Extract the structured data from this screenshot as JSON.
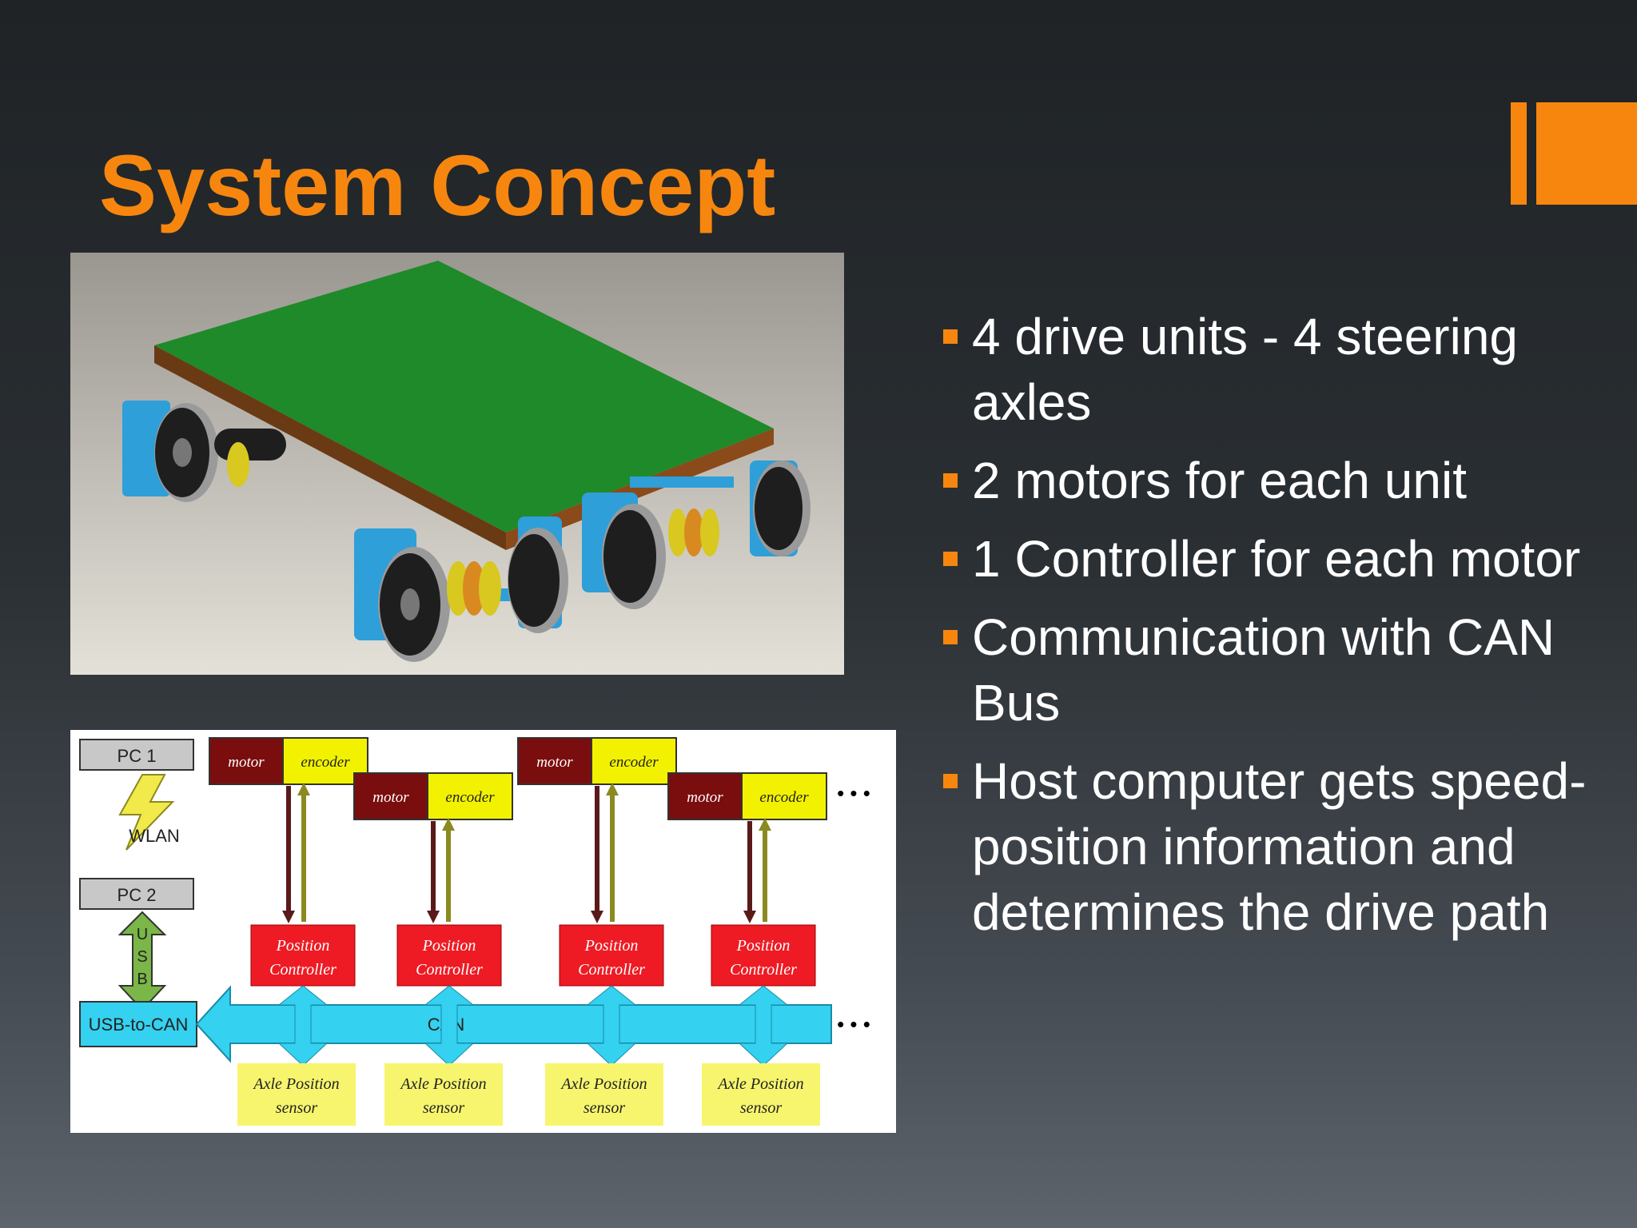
{
  "slide": {
    "title": "System Concept",
    "accent_color": "#f7860f"
  },
  "bullets": [
    "4 drive units - 4 steering axles",
    "2 motors for each unit",
    "1 Controller for each motor",
    "Communication with CAN Bus",
    "Host computer gets speed-position information and determines the drive path"
  ],
  "diagram": {
    "pc1": "PC 1",
    "pc2": "PC 2",
    "wlan": "WLAN",
    "usb_letters": [
      "U",
      "S",
      "B"
    ],
    "usb_to_can": "USB-to-CAN",
    "can": "CAN",
    "motor": "motor",
    "encoder": "encoder",
    "position_controller": [
      "Position",
      "Controller"
    ],
    "axle_sensor": [
      "Axle Position",
      "sensor"
    ],
    "ellipsis": "• • •"
  }
}
